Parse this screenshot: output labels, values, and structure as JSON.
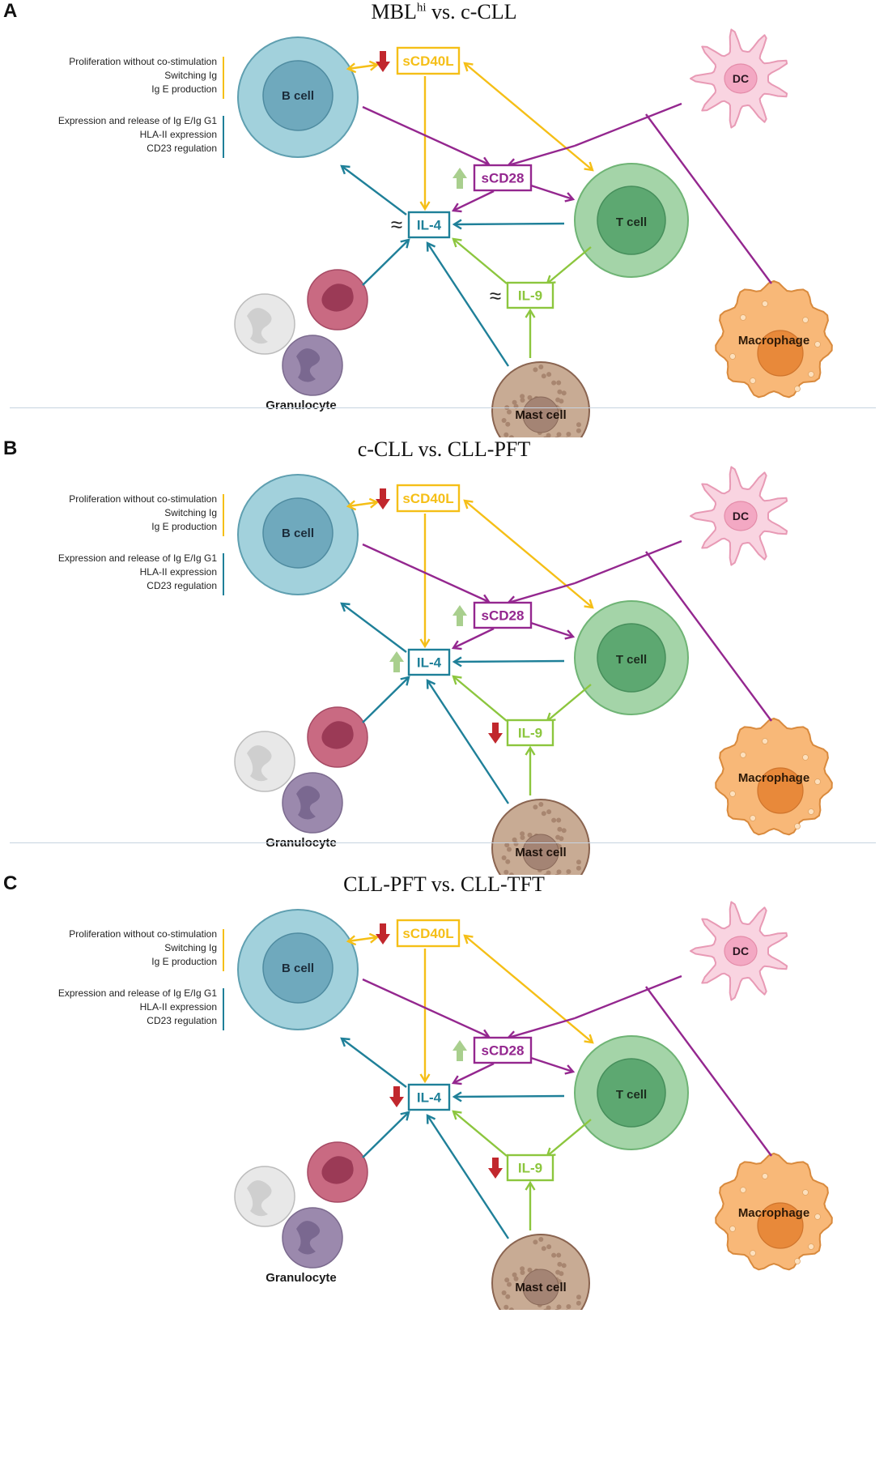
{
  "panels": [
    {
      "label": "A",
      "title_main": "MBL",
      "title_sup": "hi",
      "title_rest": " vs. c-CLL",
      "markers": {
        "sCD40L": "down",
        "sCD28": "up",
        "IL-4": "approx",
        "IL-9": "approx"
      }
    },
    {
      "label": "B",
      "title_main": "c-CLL vs. CLL-PFT",
      "title_sup": "",
      "title_rest": "",
      "markers": {
        "sCD40L": "down",
        "sCD28": "up",
        "IL-4": "up",
        "IL-9": "down"
      }
    },
    {
      "label": "C",
      "title_main": "CLL-PFT vs. CLL-TFT",
      "title_sup": "",
      "title_rest": "",
      "markers": {
        "sCD40L": "down",
        "sCD28": "up",
        "IL-4": "down",
        "IL-9": "down"
      }
    }
  ],
  "labels": {
    "sCD40L": "sCD40L",
    "sCD28": "sCD28",
    "IL-4": "IL-4",
    "IL-9": "IL-9",
    "approx": "≈"
  },
  "cells": {
    "b_cell": "B cell",
    "t_cell": "T cell",
    "dc": "DC",
    "macrophage": "Macrophage",
    "mast_cell": "Mast cell",
    "granulocyte": "Granulocyte"
  },
  "functions": {
    "sCD40L_effects": [
      "Proliferation without co-stimulation",
      "Switching Ig",
      "Ig E production"
    ],
    "IL4_effects": [
      "Expression and release of Ig E/Ig G1",
      "HLA-II expression",
      "CD23 regulation"
    ]
  },
  "colors": {
    "sCD40L": "#f5bf17",
    "sCD28": "#94278f",
    "IL-4": "#1f8099",
    "IL-9": "#8cc63e",
    "up_arrow": "#a9cf8e",
    "down_arrow": "#c1272d",
    "b_cell": "#a2d1dc",
    "t_cell": "#a4d4a8",
    "dc": "#f9d4e1",
    "macrophage": "#f8b878",
    "mast_cell": "#c8ab94"
  }
}
